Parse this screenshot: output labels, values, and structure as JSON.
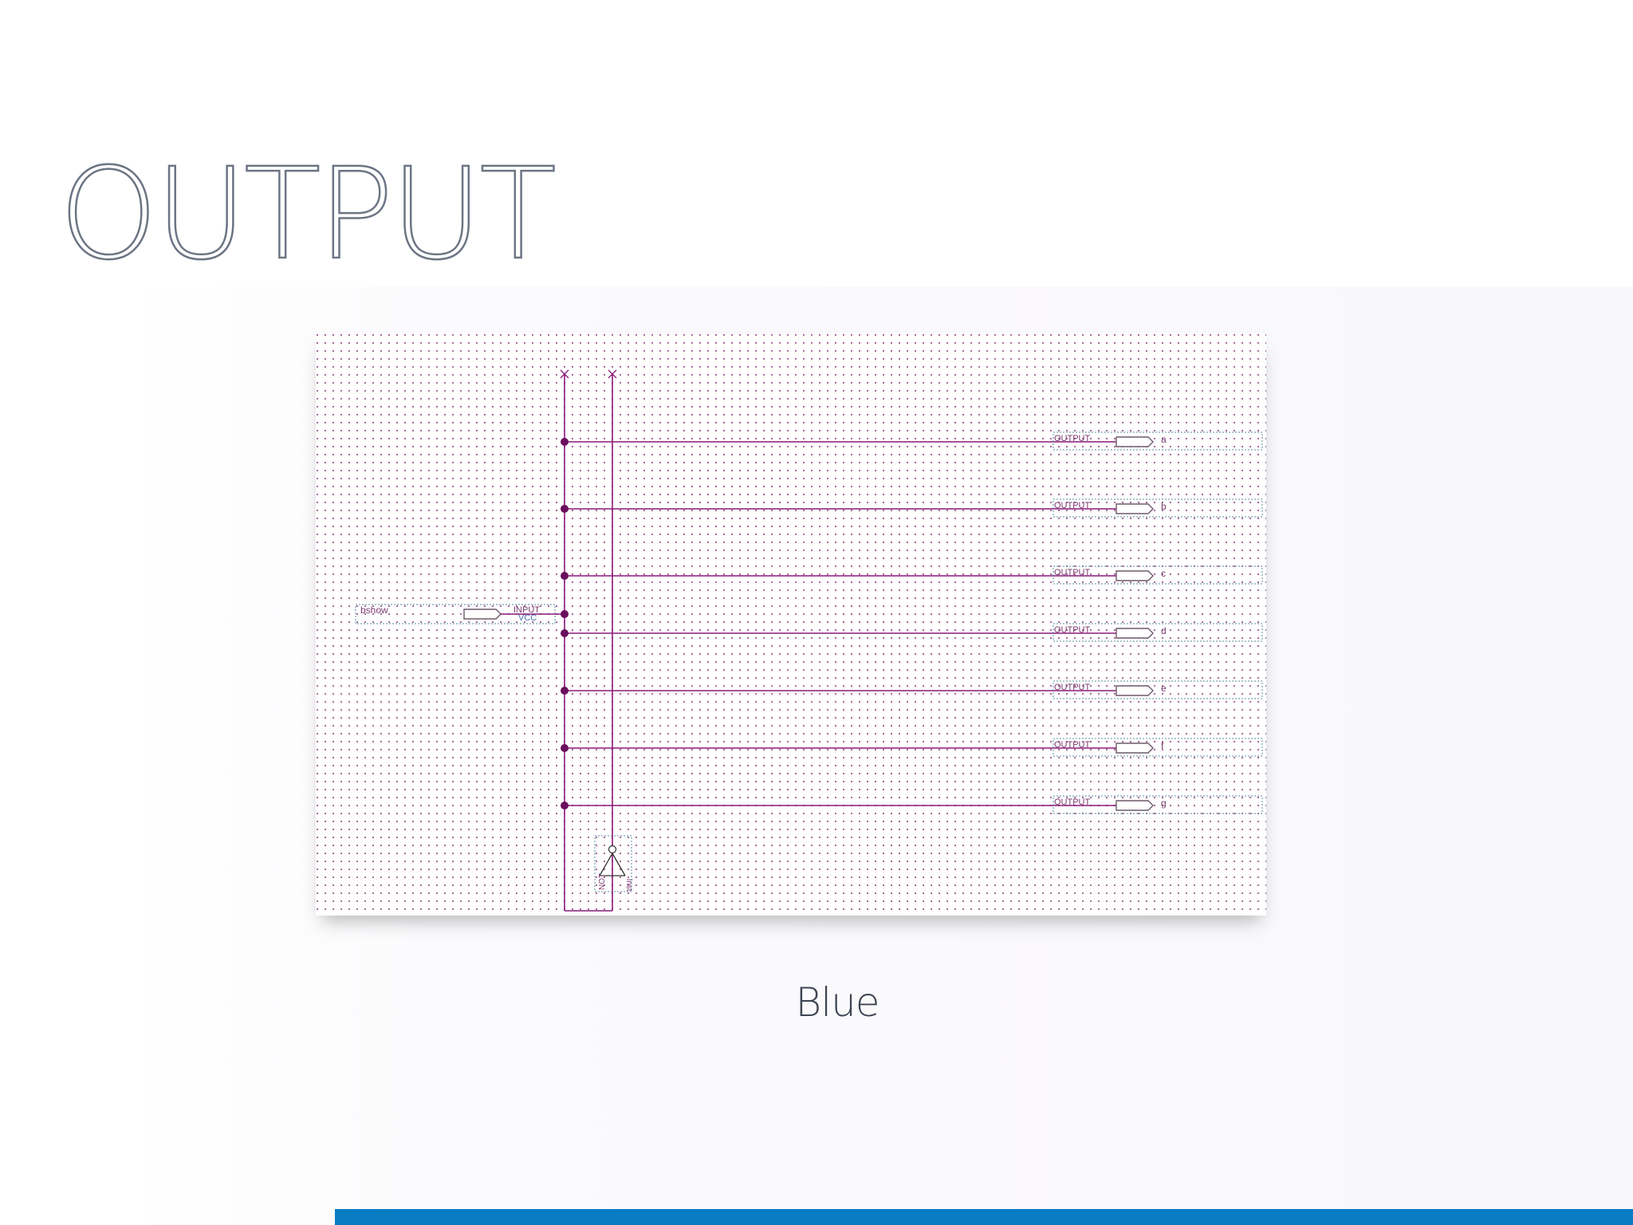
{
  "slide": {
    "title": "OUTPUT",
    "caption": "Blue",
    "accent_color": "#0a7cc4"
  },
  "schematic": {
    "input_pin": {
      "name": "bshow",
      "type_label": "INPUT",
      "default_label": "VCC"
    },
    "not_gate": {
      "type_label": "NOT",
      "instance_label": "inst"
    },
    "output_pin_type_label": "OUTPUT",
    "outputs": [
      "a",
      "b",
      "c",
      "d",
      "e",
      "f",
      "g"
    ],
    "wire_color": "#8a1a7a",
    "grid_color": "#a05a96"
  }
}
